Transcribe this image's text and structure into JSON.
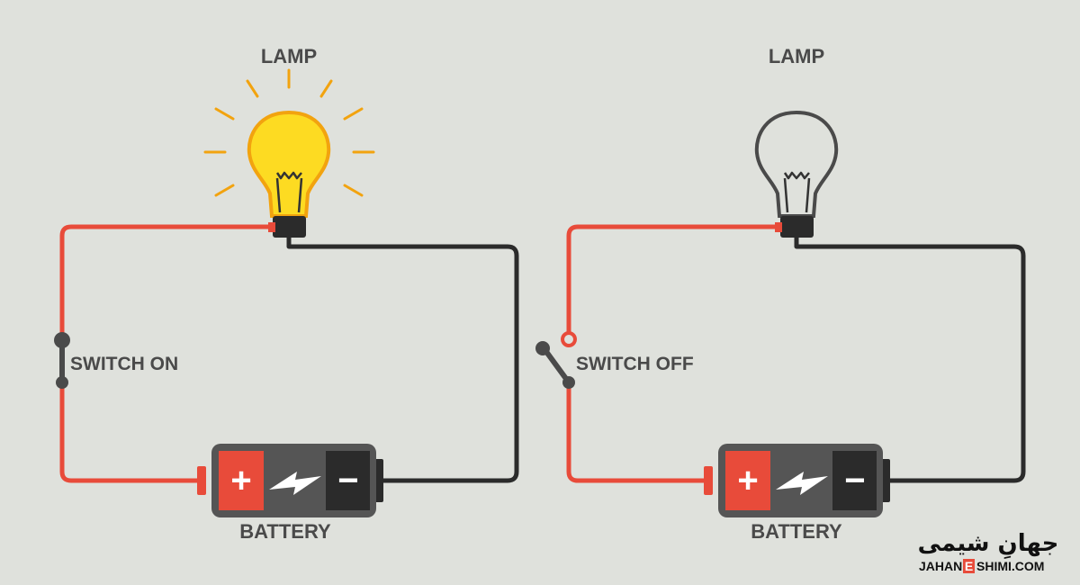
{
  "colors": {
    "background": "#dfe1dc",
    "positive_wire": "#e84b3a",
    "negative_wire": "#2b2b2b",
    "bulb_on": "#fddb22",
    "bulb_outline_on": "#f2a30f",
    "ray": "#f2a30f",
    "bulb_off_outline": "#4a4a4a",
    "battery_body": "#555555",
    "battery_plus": "#e84b3a",
    "battery_minus": "#2b2b2b"
  },
  "circuits": {
    "left": {
      "lamp_label": "LAMP",
      "lamp_state": "on",
      "switch_label": "SWITCH ON",
      "switch_state": "closed",
      "battery_label": "BATTERY",
      "plus_symbol": "+",
      "minus_symbol": "−"
    },
    "right": {
      "lamp_label": "LAMP",
      "lamp_state": "off",
      "switch_label": "SWITCH OFF",
      "switch_state": "open",
      "battery_label": "BATTERY",
      "plus_symbol": "+",
      "minus_symbol": "−"
    }
  },
  "logo": {
    "persian_text": "جهانِ شیمی",
    "latin_part1": "JAHAN",
    "latin_mark": "E",
    "latin_part2": "SHIMI.COM"
  },
  "icons": {
    "bolt": "lightning-bolt-icon",
    "bulb": "light-bulb-icon"
  }
}
